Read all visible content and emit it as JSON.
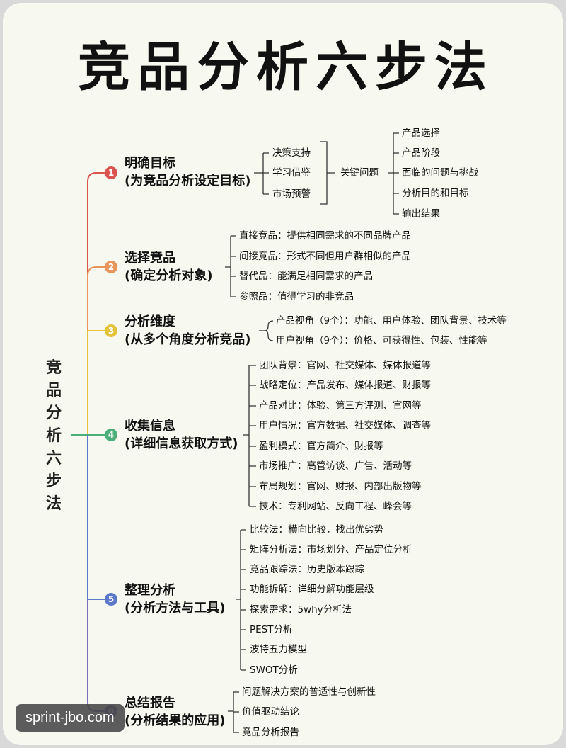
{
  "title": "竞品分析六步法",
  "root_label": [
    "竞",
    "品",
    "分",
    "析",
    "六",
    "步",
    "法"
  ],
  "colors": {
    "step1": "#d9534f",
    "step2": "#e8945a",
    "step3": "#e2c33a",
    "step4": "#4caf7a",
    "step5": "#5b78c9",
    "step6": "#7a6fb8",
    "line": "#333333"
  },
  "steps": [
    {
      "num": "1",
      "title": "明确目标",
      "subtitle": "(为竞品分析设定目标)",
      "items": [
        "决策支持",
        "学习借鉴",
        "市场预警"
      ],
      "key_label": "关键问题",
      "sub_items": [
        "产品选择",
        "产品阶段",
        "面临的问题与挑战",
        "分析目的和目标",
        "输出结果"
      ]
    },
    {
      "num": "2",
      "title": "选择竞品",
      "subtitle": "(确定分析对象)",
      "items": [
        "直接竞品：提供相同需求的不同品牌产品",
        "间接竞品：形式不同但用户群相似的产品",
        "替代品：能满足相同需求的产品",
        "参照品：值得学习的非竞品"
      ]
    },
    {
      "num": "3",
      "title": "分析维度",
      "subtitle": "(从多个角度分析竞品)",
      "items": [
        "产品视角（9个）：功能、用户体验、团队背景、技术等",
        "用户视角（9个）：价格、可获得性、包装、性能等"
      ]
    },
    {
      "num": "4",
      "title": "收集信息",
      "subtitle": "(详细信息获取方式)",
      "items": [
        "团队背景：官网、社交媒体、媒体报道等",
        "战略定位：产品发布、媒体报道、财报等",
        "产品对比：体验、第三方评测、官网等",
        "用户情况：官方数据、社交媒体、调查等",
        "盈利模式：官方简介、财报等",
        "市场推广：高管访谈、广告、活动等",
        "布局规划：官网、财报、内部出版物等",
        "技术：专利网站、反向工程、峰会等"
      ]
    },
    {
      "num": "5",
      "title": "整理分析",
      "subtitle": "(分析方法与工具)",
      "items": [
        "比较法：横向比较，找出优劣势",
        "矩阵分析法：市场划分、产品定位分析",
        "竞品跟踪法：历史版本跟踪",
        "功能拆解：详细分解功能层级",
        "探索需求：5why分析法",
        "PEST分析",
        "波特五力模型",
        "SWOT分析"
      ]
    },
    {
      "num": "6",
      "title": "总结报告",
      "subtitle": "(分析结果的应用)",
      "items": [
        "问题解决方案的普适性与创新性",
        "价值驱动结论",
        "竞品分析报告"
      ]
    }
  ],
  "watermark": "sprint-jbo.com"
}
